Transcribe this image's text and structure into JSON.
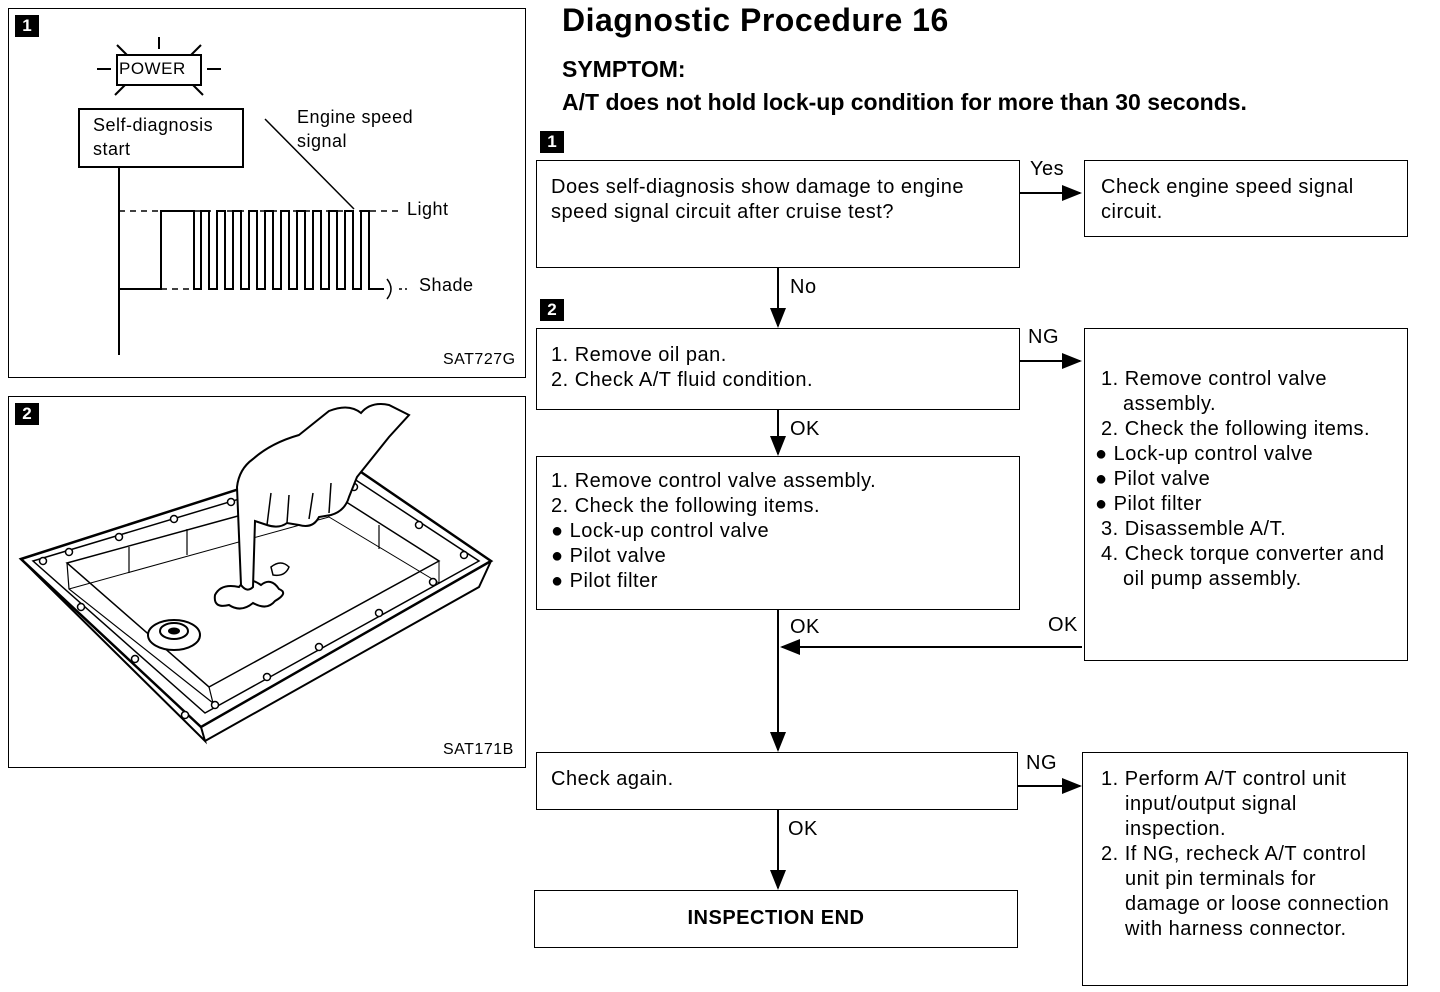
{
  "heading": {
    "title": "Diagnostic Procedure 16",
    "symptom_label": "SYMPTOM:",
    "symptom_text": "A/T does not hold lock-up condition for more than 30 seconds."
  },
  "figure1": {
    "number": "1",
    "power_label": "POWER",
    "self_diagnosis_label": "Self-diagnosis start",
    "engine_speed_label": "Engine speed signal",
    "light_label": "Light",
    "shade_label": "Shade",
    "code": "SAT727G"
  },
  "figure2": {
    "number": "2",
    "code": "SAT171B"
  },
  "flow": {
    "step1_number": "1",
    "step2_number": "2",
    "q1": "Does self-diagnosis show damage to engine speed signal circuit after cruise test?",
    "yes_label": "Yes",
    "yes_box": "Check engine speed signal circuit.",
    "no_label": "No",
    "step2_lines": [
      "1. Remove oil pan.",
      "2. Check A/T fluid condition."
    ],
    "ng_label_1": "NG",
    "ng_box_1_lines": [
      "1. Remove control valve assembly.",
      "2. Check the following items.",
      "● Lock-up control valve",
      "● Pilot valve",
      "● Pilot filter",
      "3. Disassemble A/T.",
      "4. Check torque converter and oil pump assembly."
    ],
    "ok_label_1": "OK",
    "step3_lines": [
      "1. Remove control valve assembly.",
      "2. Check the following items.",
      "● Lock-up control valve",
      "● Pilot valve",
      "● Pilot filter"
    ],
    "ok_label_2": "OK",
    "ok_label_3": "OK",
    "check_again": "Check again.",
    "ng_label_2": "NG",
    "ng_box_2_lines": [
      "1. Perform A/T control unit input/output signal inspection.",
      "2. If NG, recheck A/T control unit pin terminals for damage or loose connection with harness connector."
    ],
    "ok_label_4": "OK",
    "end": "INSPECTION END"
  }
}
